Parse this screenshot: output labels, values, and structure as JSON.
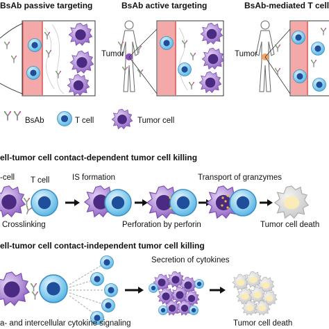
{
  "top": {
    "panel_titles": [
      "BsAb passive targeting",
      "BsAb active targeting",
      "BsAb-mediated T cell re"
    ],
    "tumor_labels": [
      "Tumor",
      "Tumor"
    ],
    "legend": {
      "bsab": "BsAb",
      "tcell": "T cell",
      "tumor": "Tumor cell"
    }
  },
  "middle": {
    "title": "ell-tumor cell contact-dependent tumor cell killing",
    "label_cell": "-cell",
    "label_tcell": "T cell",
    "label_is": "IS formation",
    "label_transport": "Transport of granzymes",
    "label_crosslinking": "Crosslinking",
    "label_perforation": "Perforation by perforin",
    "label_death": "Tumor cell death"
  },
  "bottom": {
    "title": "ell-tumor cell contact-independent tumor cell killing",
    "label_secretion": "Secretion of cytokines",
    "label_signaling": "a- and intercellular cytokine signaling",
    "label_death": "Tumor cell death"
  },
  "colors": {
    "vessel": "#f4a9a8",
    "vessel_line": "#d9534f",
    "tumor_purple": "#9b6bc9",
    "tumor_nucleus": "#4b2a82",
    "tcell_blue": "#6cc4ea",
    "tcell_nucleus": "#1f5aa6",
    "dead_cell": "#d9d9d9",
    "tumor_orange": "#f2a765"
  }
}
